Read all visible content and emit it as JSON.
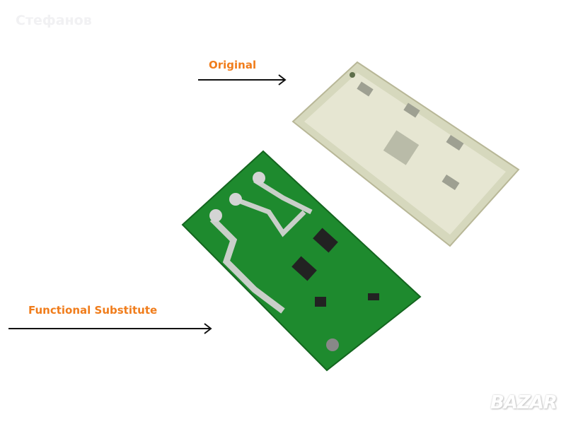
{
  "watermark": "Стефанов",
  "labels": {
    "original": "Original",
    "substitute": "Functional Substitute"
  },
  "logo": "BAZAR",
  "colors": {
    "accent": "#f07d1c",
    "pcb_green": "#1e8a2e",
    "original_board": "#d9dcc4"
  }
}
